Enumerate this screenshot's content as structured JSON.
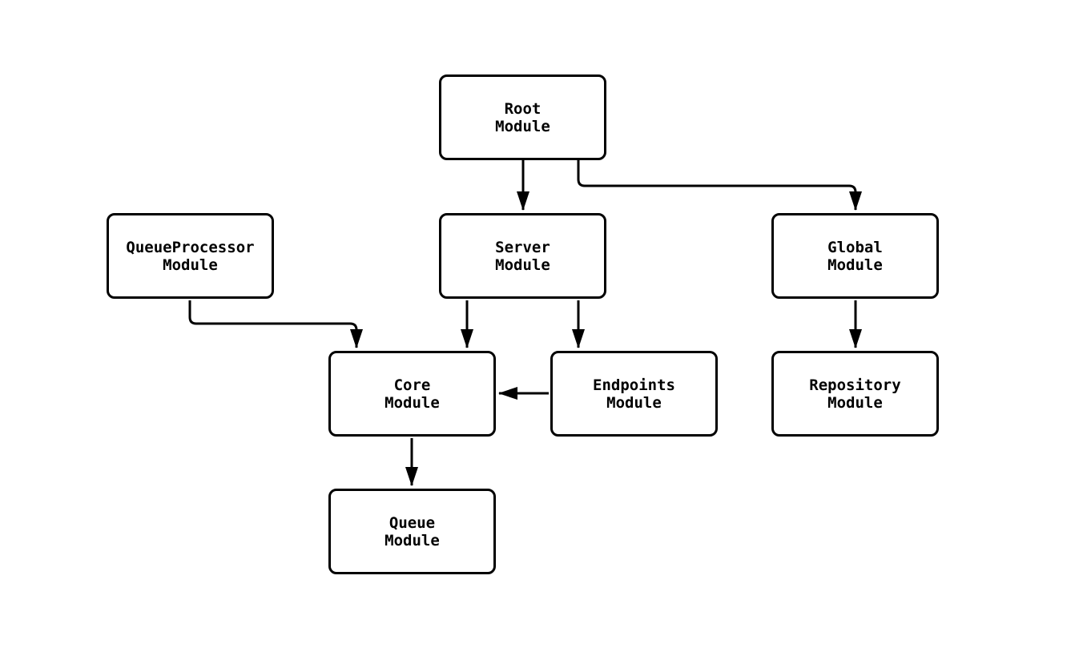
{
  "diagram": {
    "type": "flowchart",
    "direction": "top-down",
    "colors": {
      "background": "#ffffff",
      "node_fill": "#ffffff",
      "node_border": "#000000",
      "edge": "#000000",
      "text": "#000000"
    },
    "nodes": [
      {
        "id": "root-module",
        "line1": "Root",
        "line2": "Module"
      },
      {
        "id": "queueprocessor-module",
        "line1": "QueueProcessor",
        "line2": "Module"
      },
      {
        "id": "server-module",
        "line1": "Server",
        "line2": "Module"
      },
      {
        "id": "global-module",
        "line1": "Global",
        "line2": "Module"
      },
      {
        "id": "core-module",
        "line1": "Core",
        "line2": "Module"
      },
      {
        "id": "endpoints-module",
        "line1": "Endpoints",
        "line2": "Module"
      },
      {
        "id": "repository-module",
        "line1": "Repository",
        "line2": "Module"
      },
      {
        "id": "queue-module",
        "line1": "Queue",
        "line2": "Module"
      }
    ],
    "edges": [
      {
        "from": "Root Module",
        "to": "Server Module"
      },
      {
        "from": "Root Module",
        "to": "Global Module"
      },
      {
        "from": "QueueProcessor Module",
        "to": "Core Module"
      },
      {
        "from": "Server Module",
        "to": "Core Module"
      },
      {
        "from": "Server Module",
        "to": "Endpoints Module"
      },
      {
        "from": "Endpoints Module",
        "to": "Core Module"
      },
      {
        "from": "Global Module",
        "to": "Repository Module"
      },
      {
        "from": "Core Module",
        "to": "Queue Module"
      }
    ]
  }
}
